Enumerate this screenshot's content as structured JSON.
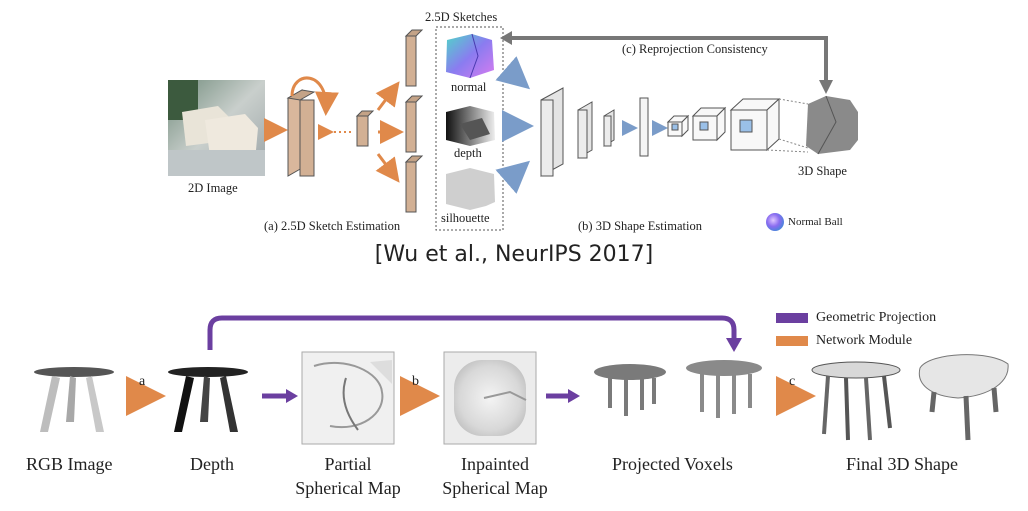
{
  "top_figure": {
    "input_label": "2D Image",
    "sketches_title": "2.5D Sketches",
    "normal_label": "normal",
    "depth_label": "depth",
    "silhouette_label": "silhouette",
    "reprojection_label": "(c) Reprojection Consistency",
    "shape_label": "3D Shape",
    "sketch_stage_label": "(a) 2.5D Sketch Estimation",
    "shape_stage_label": "(b) 3D Shape Estimation",
    "normal_ball_label": "Normal Ball",
    "citation": "[Wu et al., NeurIPS 2017]"
  },
  "bottom_figure": {
    "legend": [
      {
        "label": "Geometric Projection",
        "color": "#6b3fa0"
      },
      {
        "label": "Network Module",
        "color": "#e0894a"
      }
    ],
    "step_a": "a",
    "step_b": "b",
    "step_c": "c",
    "labels": {
      "rgb": "RGB Image",
      "depth": "Depth",
      "partial_1": "Partial",
      "partial_2": "Spherical Map",
      "inpainted_1": "Inpainted",
      "inpainted_2": "Spherical Map",
      "voxels": "Projected Voxels",
      "final": "Final 3D Shape"
    }
  },
  "colors": {
    "network_arrow": "#e0894a",
    "projection_arrow": "#6b3fa0",
    "reproject_arrow": "#777777",
    "blue_arrow": "#7a9cc9"
  }
}
